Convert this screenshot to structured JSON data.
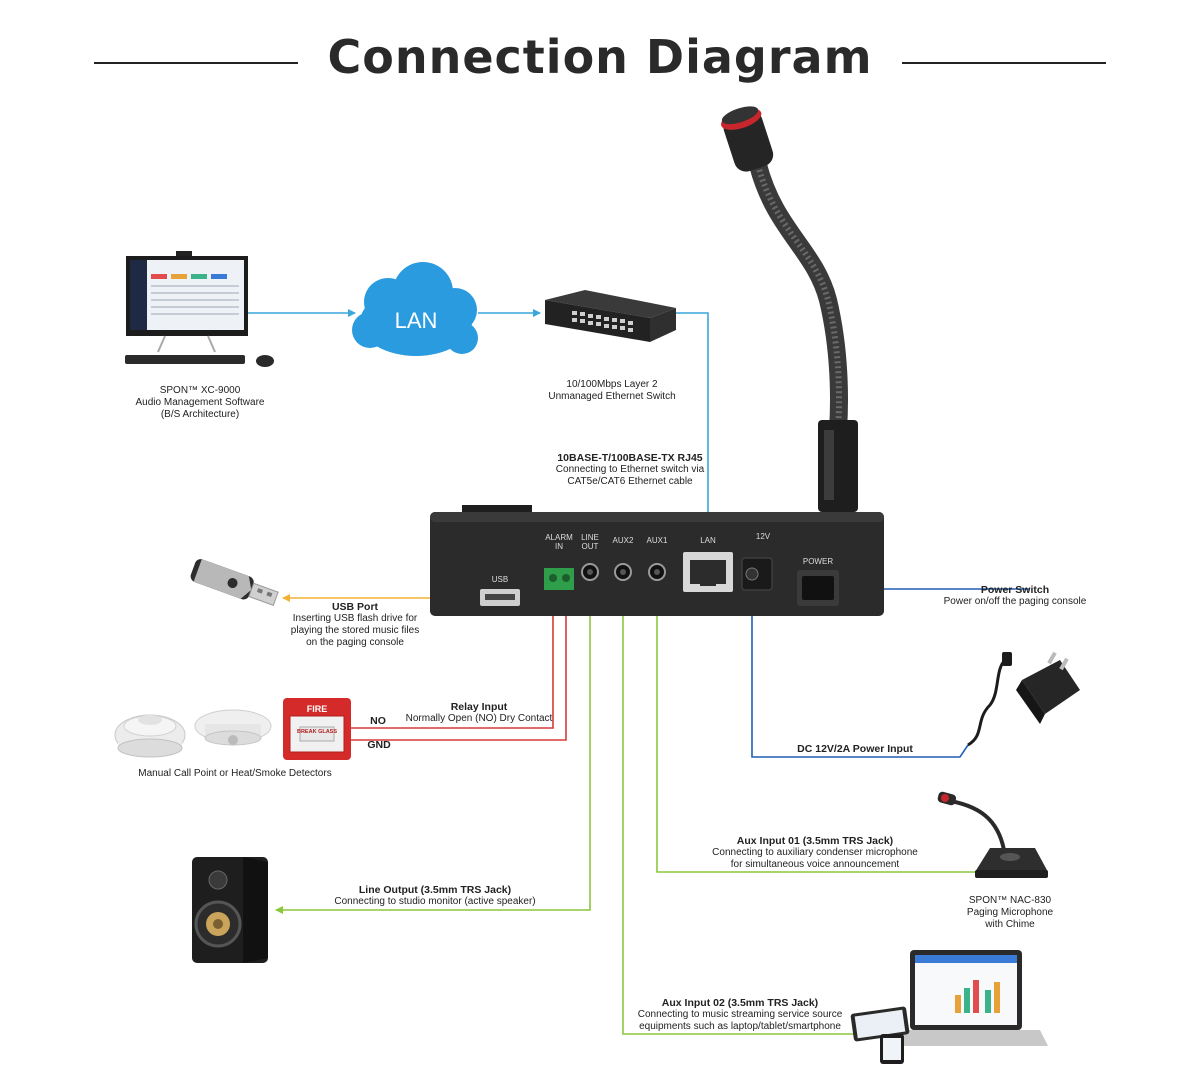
{
  "title": "Connection Diagram",
  "console_ports": {
    "usb": "USB",
    "alarm_in": [
      "ALARM",
      "IN"
    ],
    "line_out": [
      "LINE",
      "OUT"
    ],
    "aux2": "AUX2",
    "aux1": "AUX1",
    "lan": "LAN",
    "dc": "12V",
    "power": "POWER"
  },
  "cloud_label": "LAN",
  "pc": {
    "lines": [
      "SPON™ XC-9000",
      "Audio Management Software",
      "(B/S Architecture)"
    ]
  },
  "switch": {
    "lines": [
      "10/100Mbps Layer 2",
      "Unmanaged Ethernet Switch"
    ]
  },
  "rj45": {
    "heading": "10BASE-T/100BASE-TX RJ45",
    "lines": [
      "Connecting to Ethernet switch via",
      "CAT5e/CAT6 Ethernet cable"
    ]
  },
  "usb_port": {
    "heading": "USB Port",
    "lines": [
      "Inserting USB flash drive for",
      "playing the stored music files",
      "on the paging console"
    ]
  },
  "power_switch": {
    "heading": "Power Switch",
    "lines": [
      "Power on/off the paging console"
    ]
  },
  "relay": {
    "heading": "Relay Input",
    "lines": [
      "Normally Open (NO) Dry Contact"
    ],
    "no": "NO",
    "gnd": "GND"
  },
  "detectors": {
    "caption": "Manual Call Point or Heat/Smoke Detectors",
    "fire": "FIRE",
    "break_glass": "BREAK GLASS"
  },
  "dc_input": {
    "heading": "DC 12V/2A Power Input"
  },
  "aux1_input": {
    "heading": "Aux Input 01 (3.5mm TRS Jack)",
    "lines": [
      "Connecting to auxiliary condenser microphone",
      "for simultaneous voice announcement"
    ]
  },
  "nac830": {
    "lines": [
      "SPON™ NAC-830",
      "Paging Microphone",
      "with Chime"
    ]
  },
  "line_output": {
    "heading": "Line Output (3.5mm TRS Jack)",
    "lines": [
      "Connecting to studio monitor (active speaker)"
    ]
  },
  "aux2_input": {
    "heading": "Aux Input 02 (3.5mm TRS Jack)",
    "lines": [
      "Connecting to music streaming service source",
      "equipments such as laptop/tablet/smartphone"
    ]
  },
  "colors": {
    "lan_cable": "#3aa6dc",
    "usb_cable": "#f2b233",
    "relay_cable": "#d63a3a",
    "audio_cable": "#8cc63f",
    "power_cable": "#1f5fb5",
    "cloud": "#2b9be0",
    "console": "#2b2b2b"
  }
}
